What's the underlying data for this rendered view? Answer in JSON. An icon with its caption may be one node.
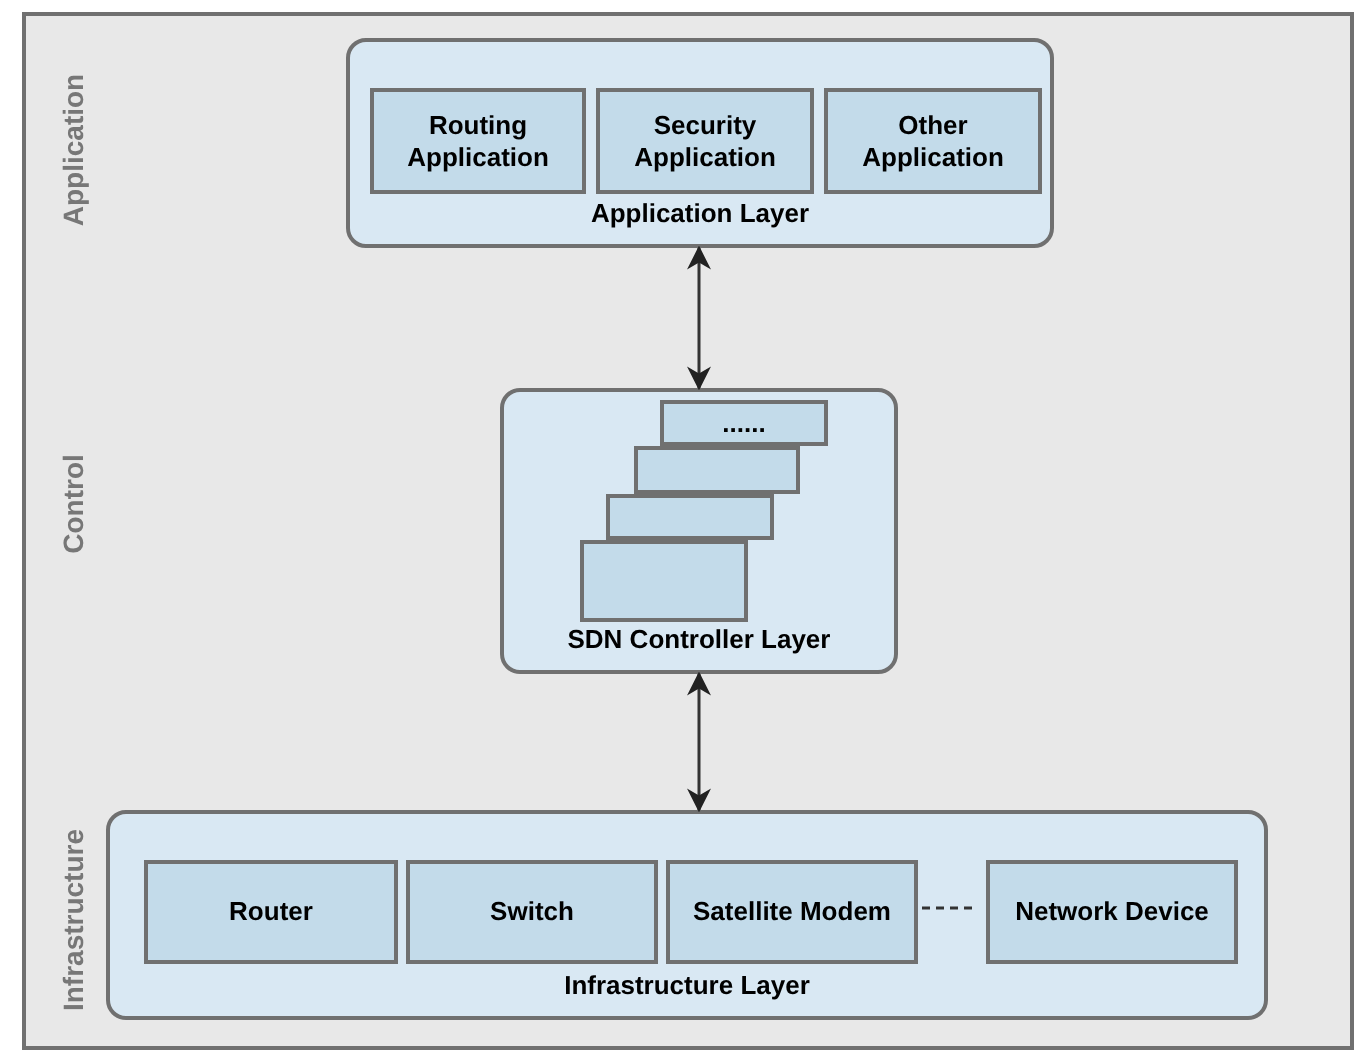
{
  "diagram": {
    "nodes": [
      {
        "text": [
          "Application Layer"
        ]
      },
      {
        "text": [
          "Routing Application"
        ],
        "in": 0
      },
      {
        "text": [
          "Security Application"
        ],
        "in": 0
      },
      {
        "text": [
          "Other Application"
        ],
        "in": 0
      },
      {
        "text": [
          "SDN Controller Layer"
        ]
      },
      {
        "text": [
          "......"
        ],
        "in": 4
      },
      {
        "text": [],
        "shape": "box",
        "in": 4
      },
      {
        "text": [],
        "shape": "box",
        "in": 4
      },
      {
        "text": [],
        "shape": "box",
        "in": 4
      },
      {
        "text": [
          "Infrastructure Layer"
        ]
      },
      {
        "text": [
          "Router"
        ],
        "in": 9
      },
      {
        "text": [
          "Switch"
        ],
        "in": 9
      },
      {
        "text": [
          "Satellite Modem"
        ],
        "in": 9
      },
      {
        "text": [
          "Network Device"
        ],
        "in": 9
      }
    ],
    "edges": [
      {
        "from": 0,
        "to": 4,
        "arrow": "both"
      },
      {
        "from": 4,
        "to": 9,
        "arrow": "both"
      },
      {
        "from": 12,
        "to": 13,
        "arrow": "none",
        "style": "dashed"
      }
    ],
    "labels": [
      "Application",
      "Control",
      "Infrastructure"
    ]
  }
}
